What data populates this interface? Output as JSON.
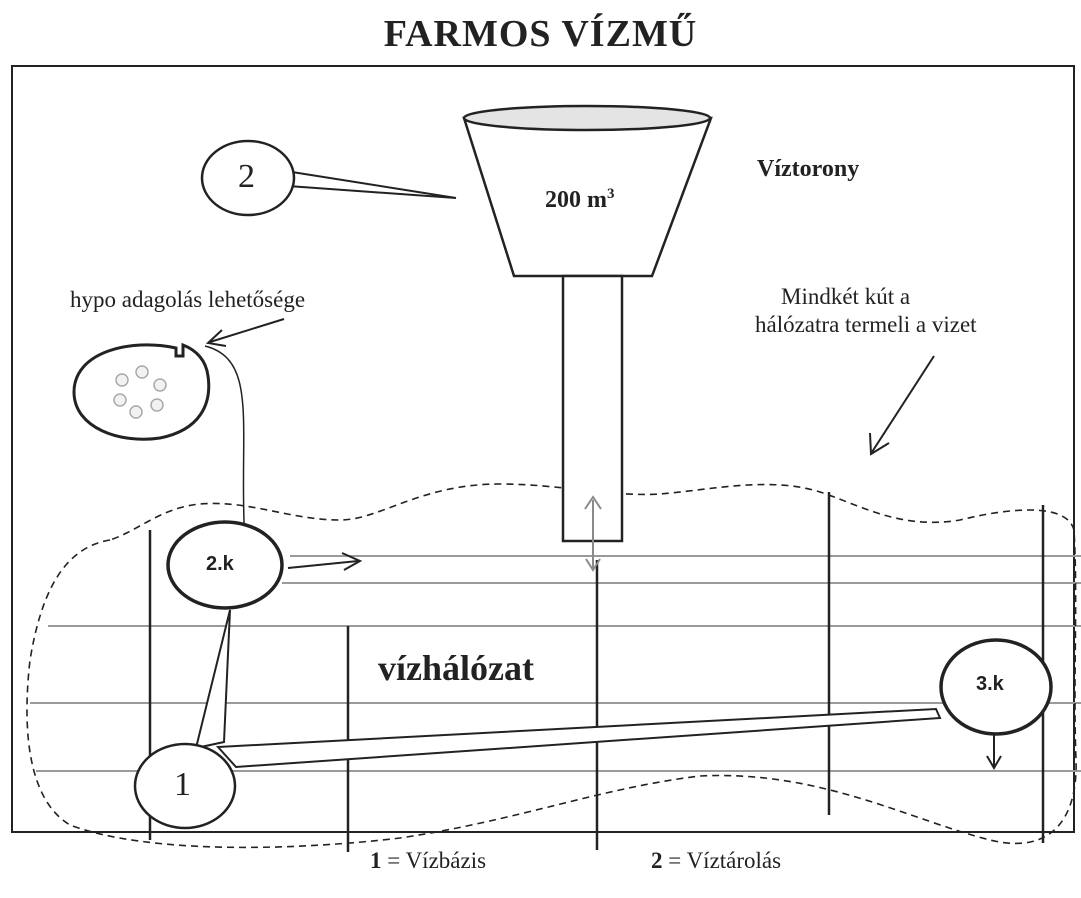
{
  "title": "FARMOS VÍZMŰ",
  "tower": {
    "label": "Víztorony",
    "volume_value": "200 m",
    "volume_exp": "3"
  },
  "callouts": {
    "tower_number": "2",
    "well_number": "1",
    "well_2k": "2.k",
    "well_3k": "3.k"
  },
  "annotations": {
    "hypo": "hypo adagolás lehetősége",
    "wells_line1": "Mindkét kút a",
    "wells_line2": "hálózatra termeli a vizet",
    "network": "vízhálózat"
  },
  "legend": [
    {
      "key": "1",
      "sep": " = ",
      "text": "Vízbázis"
    },
    {
      "key": "2",
      "sep": " = ",
      "text": "Víztárolás"
    }
  ],
  "colors": {
    "ink": "#222222",
    "grid": "#9a9a9a"
  }
}
